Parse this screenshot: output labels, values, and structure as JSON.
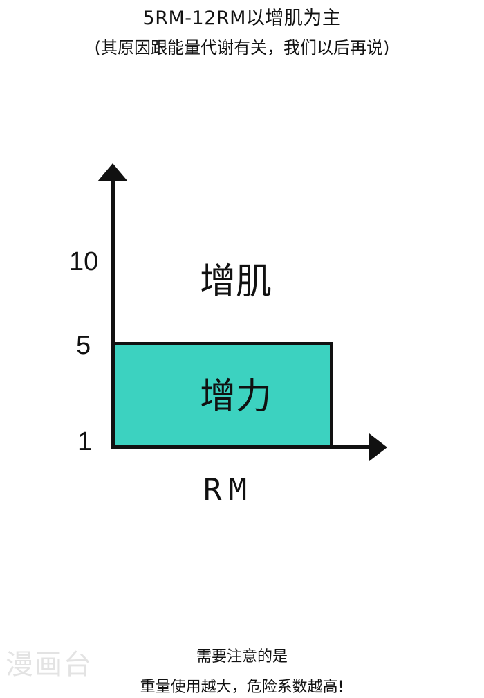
{
  "header": {
    "title": "5RM-12RM以增肌为主",
    "subtitle": "(其原因跟能量代谢有关，我们以后再说)"
  },
  "chart_data": {
    "type": "diagram",
    "y_ticks": [
      "10",
      "5",
      "1"
    ],
    "x_label": "RM",
    "regions": [
      {
        "label": "增肌",
        "lower": 5,
        "upper": 10
      },
      {
        "label": "增力",
        "lower": 1,
        "upper": 5,
        "fill": "#3cd2c0"
      }
    ]
  },
  "colors": {
    "box_fill": "#3cd2c0",
    "axis": "#111111"
  },
  "notes": {
    "line1": "需要注意的是",
    "line2": "重量使用越大，危险系数越高!"
  },
  "watermark": "漫画台"
}
